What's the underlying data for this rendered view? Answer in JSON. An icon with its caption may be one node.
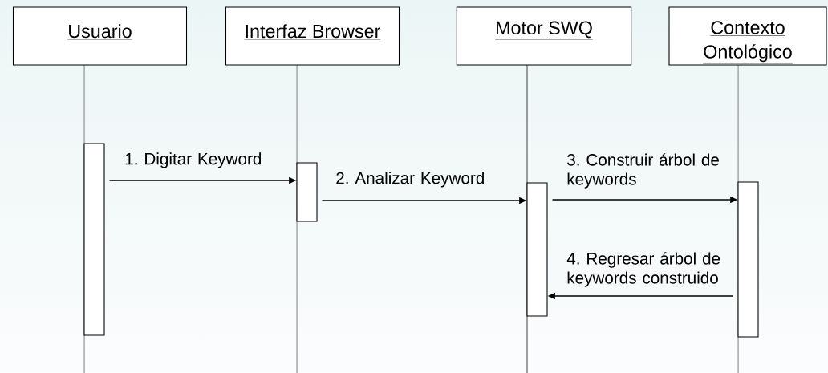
{
  "diagram": {
    "nodes": [
      {
        "text": [
          "Usuario"
        ]
      },
      {
        "text": [
          "Interfaz Browser"
        ]
      },
      {
        "text": [
          "Motor SWQ"
        ]
      },
      {
        "text": [
          "Contexto Ontológico"
        ]
      },
      {
        "text": [],
        "shape": "bar"
      },
      {
        "text": [],
        "shape": "bar"
      },
      {
        "text": [],
        "shape": "bar"
      },
      {
        "text": [],
        "shape": "bar"
      }
    ],
    "edges": [
      {
        "from": 4,
        "to": 5,
        "arrow": "to",
        "label": "1. Digitar Keyword"
      },
      {
        "from": 5,
        "to": 6,
        "arrow": "to",
        "label": "2. Analizar Keyword"
      },
      {
        "from": 6,
        "to": 7,
        "arrow": "to",
        "label": "3. Construir árbol de keywords"
      },
      {
        "from": 7,
        "to": 6,
        "arrow": "to",
        "label": "4. Regresar árbol de keywords construido"
      }
    ]
  }
}
